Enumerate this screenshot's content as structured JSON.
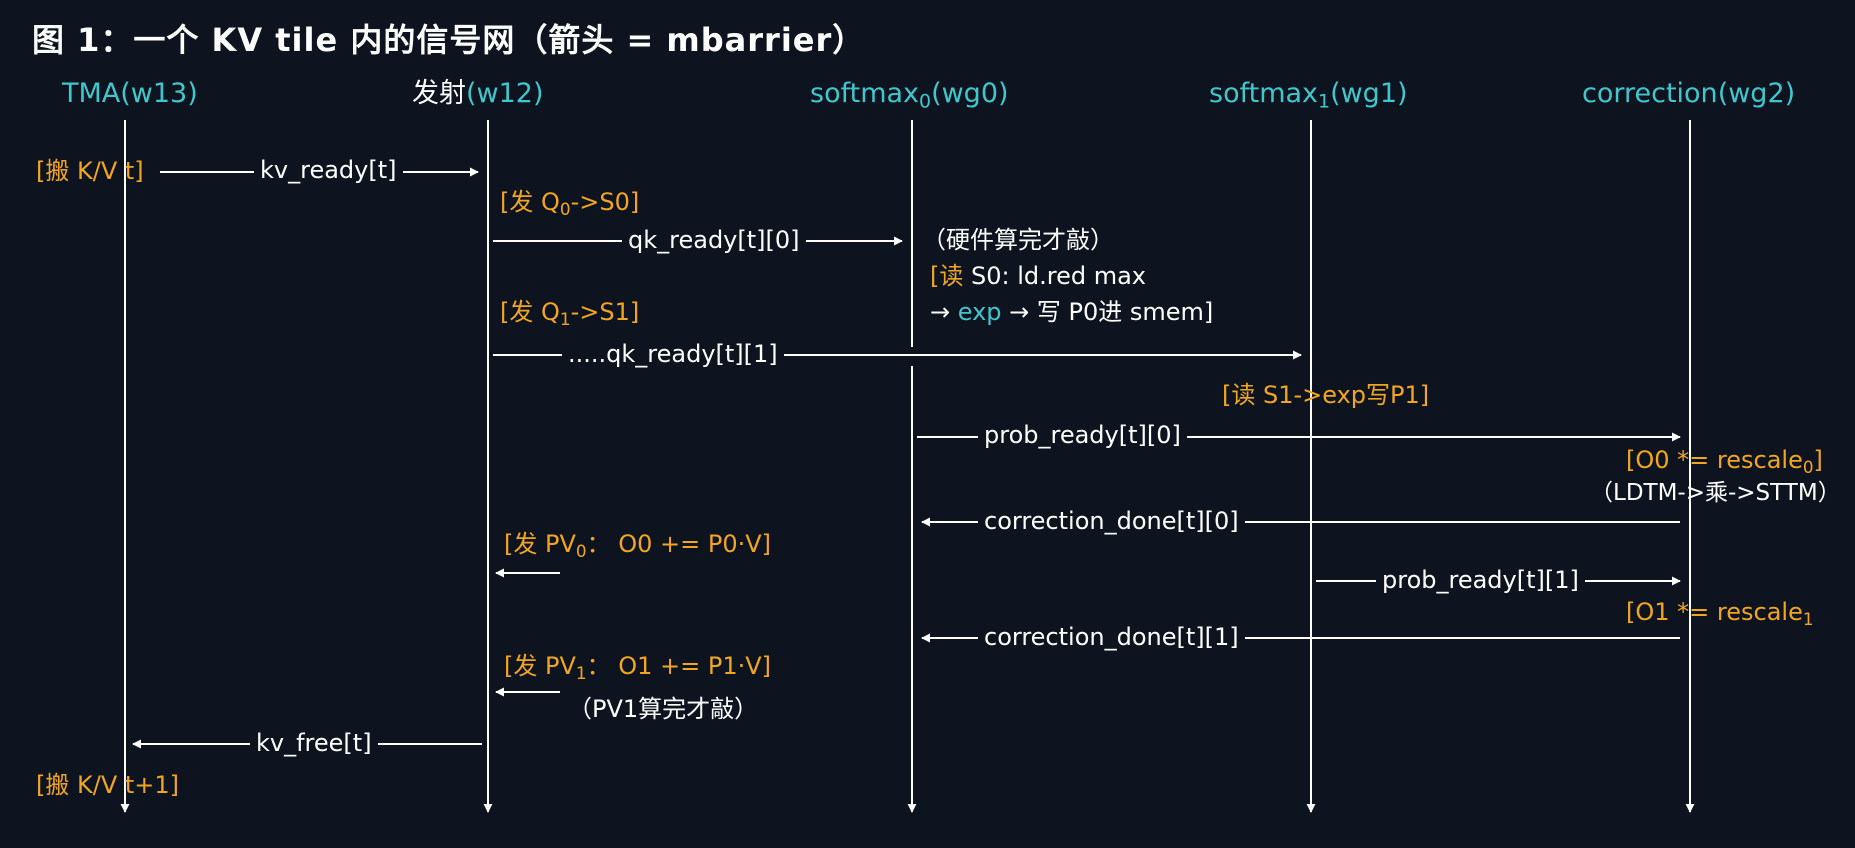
{
  "title": "图 1：一个 KV tile 内的信号网（箭头 = mbarrier）",
  "colors": {
    "background": "#0d1420",
    "header_cyan": "#3fc7cc",
    "annotation_orange": "#f2a61f",
    "line_white": "#ffffff"
  },
  "lanes": {
    "tma": {
      "name": "TMA",
      "tag": "(w13)"
    },
    "issue": {
      "name": "发射",
      "tag": "(w12)"
    },
    "sm0": {
      "name": "softmax",
      "sub": "0",
      "tag": "(wg0)"
    },
    "sm1": {
      "name": "softmax",
      "sub": "1",
      "tag": "(wg1)"
    },
    "corr": {
      "name": "correction",
      "tag": "(wg2)"
    }
  },
  "signals": {
    "kv_ready": "kv_ready[t]",
    "qk_ready0": "qk_ready[t][0]",
    "qk_ready1": ".....qk_ready[t][1]",
    "prob_ready0": "prob_ready[t][0]",
    "correction_done0": "correction_done[t][0]",
    "prob_ready1": "prob_ready[t][1]",
    "correction_done1": "correction_done[t][1]",
    "kv_free": "kv_free[t]"
  },
  "annotations": {
    "load_kv_t": "[搬 K/V t]",
    "issue_q0_pre": "[发 Q",
    "issue_q0_sub": "0",
    "issue_q0_post": "->S0]",
    "issue_q1_pre": "[发 Q",
    "issue_q1_sub": "1",
    "issue_q1_post": "->S1]",
    "hw_done": "（硬件算完才敲）",
    "read_s0_open": "[读",
    "read_s0_text": " S0: ld.red max",
    "exp_arrow1": "→ ",
    "exp_word": "exp",
    "exp_rest": " → 写 P0进 smem]",
    "read_s1": "[读 S1->exp写P1]",
    "o0_rescale_pre": "[O0 *= rescale",
    "o0_rescale_sub": "0",
    "o0_rescale_post": "]",
    "ldtm_mul": "（LDTM->乘->STTM）",
    "issue_pv0_pre": "[发 PV",
    "issue_pv0_sub": "0",
    "issue_pv0_post": "： O0 += P0·V]",
    "o1_rescale_pre": "[O1 *= rescale",
    "o1_rescale_sub": "1",
    "issue_pv1_pre": "[发 PV",
    "issue_pv1_sub": "1",
    "issue_pv1_post": "： O1 += P1·V]",
    "pv1_done": "（PV1算完才敲）",
    "load_kv_t1": "[搬 K/V t+1]"
  }
}
